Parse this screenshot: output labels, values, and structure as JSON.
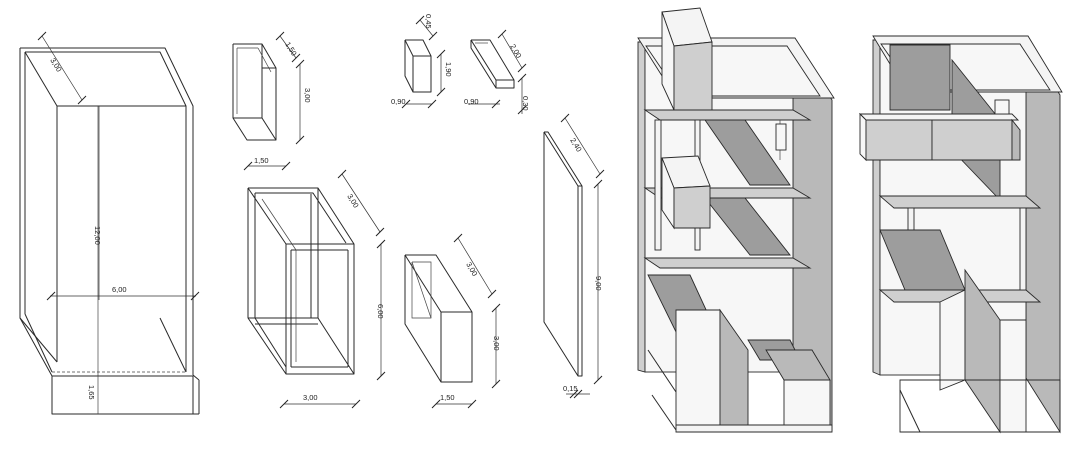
{
  "labels": {
    "big_box": {
      "depth": "3,00",
      "height": "12,00",
      "width": "6,00",
      "base": "1,65"
    },
    "u_piece": {
      "depth": "1,50",
      "height": "3,00",
      "flange": "1,50"
    },
    "small_block": {
      "depth": "0,45",
      "height": "1,90",
      "width": "0,90"
    },
    "slab_piece": {
      "depth": "2,00",
      "width": "0,90",
      "height": "0,30"
    },
    "frame_box": {
      "depth": "3,00",
      "height": "6,00",
      "width": "3,00"
    },
    "tube_box": {
      "depth": "3,00",
      "height": "3,00",
      "width": "1,50"
    },
    "wall_panel": {
      "depth": "2,40",
      "height": "9,00",
      "thickness": "0,15"
    }
  }
}
